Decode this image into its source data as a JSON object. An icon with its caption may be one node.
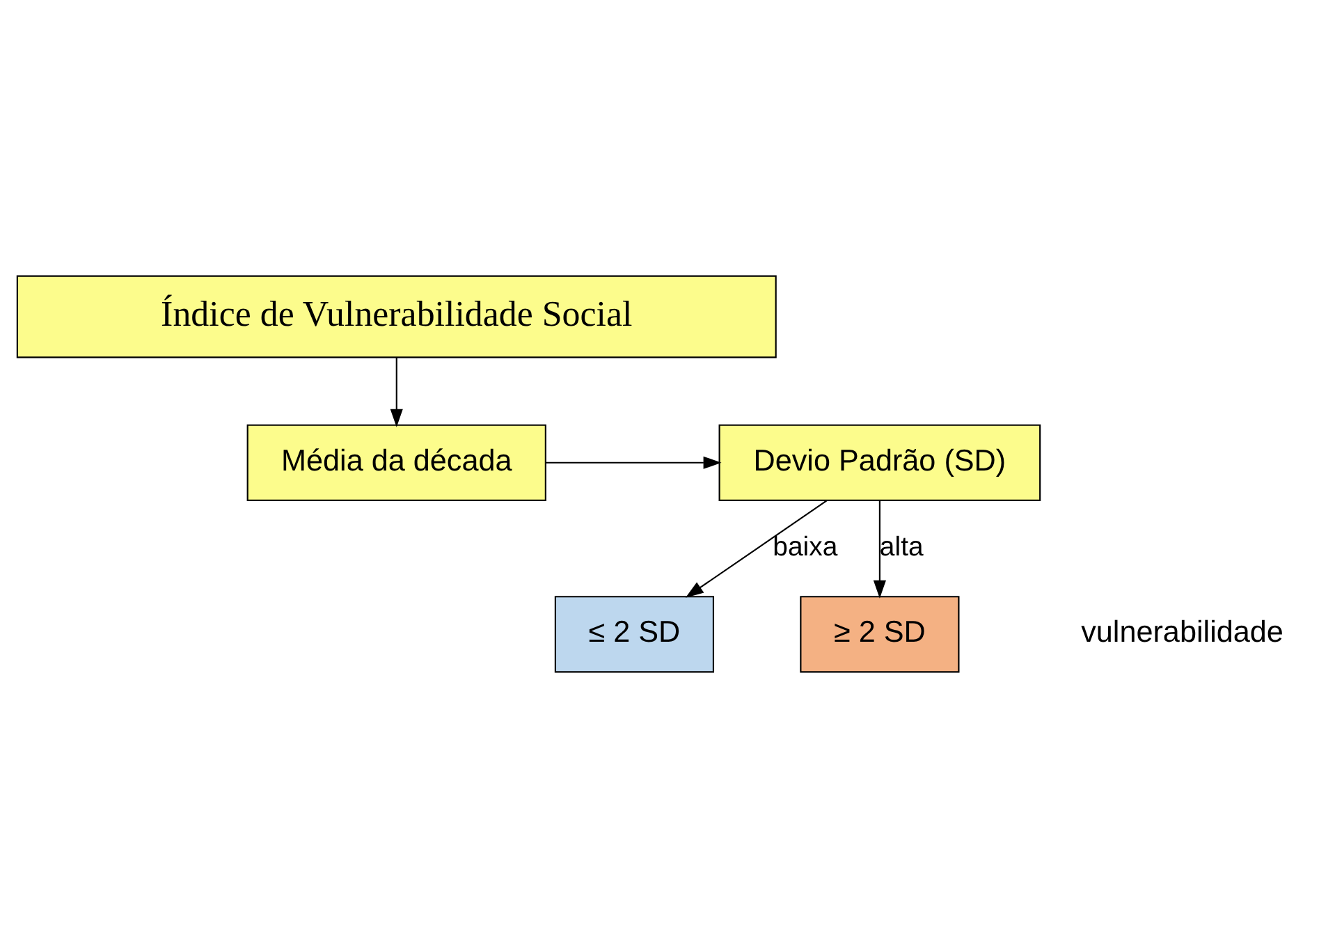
{
  "diagram": {
    "nodes": [
      {
        "text": [
          "Índice de Vulnerabilidade Social"
        ]
      },
      {
        "text": [
          "Média da década"
        ]
      },
      {
        "text": [
          "Devio Padrão (SD)"
        ]
      },
      {
        "text": [
          "≤ 2 SD"
        ]
      },
      {
        "text": [
          "≥ 2 SD"
        ]
      }
    ],
    "edges": [
      {
        "from": 0,
        "to": 1,
        "arrow": "to"
      },
      {
        "from": 1,
        "to": 2,
        "arrow": "to"
      },
      {
        "from": 2,
        "to": 3,
        "arrow": "to",
        "label": "baixa"
      },
      {
        "from": 2,
        "to": 4,
        "arrow": "to",
        "label": "alta"
      }
    ],
    "labels": [
      "vulnerabilidade"
    ]
  }
}
